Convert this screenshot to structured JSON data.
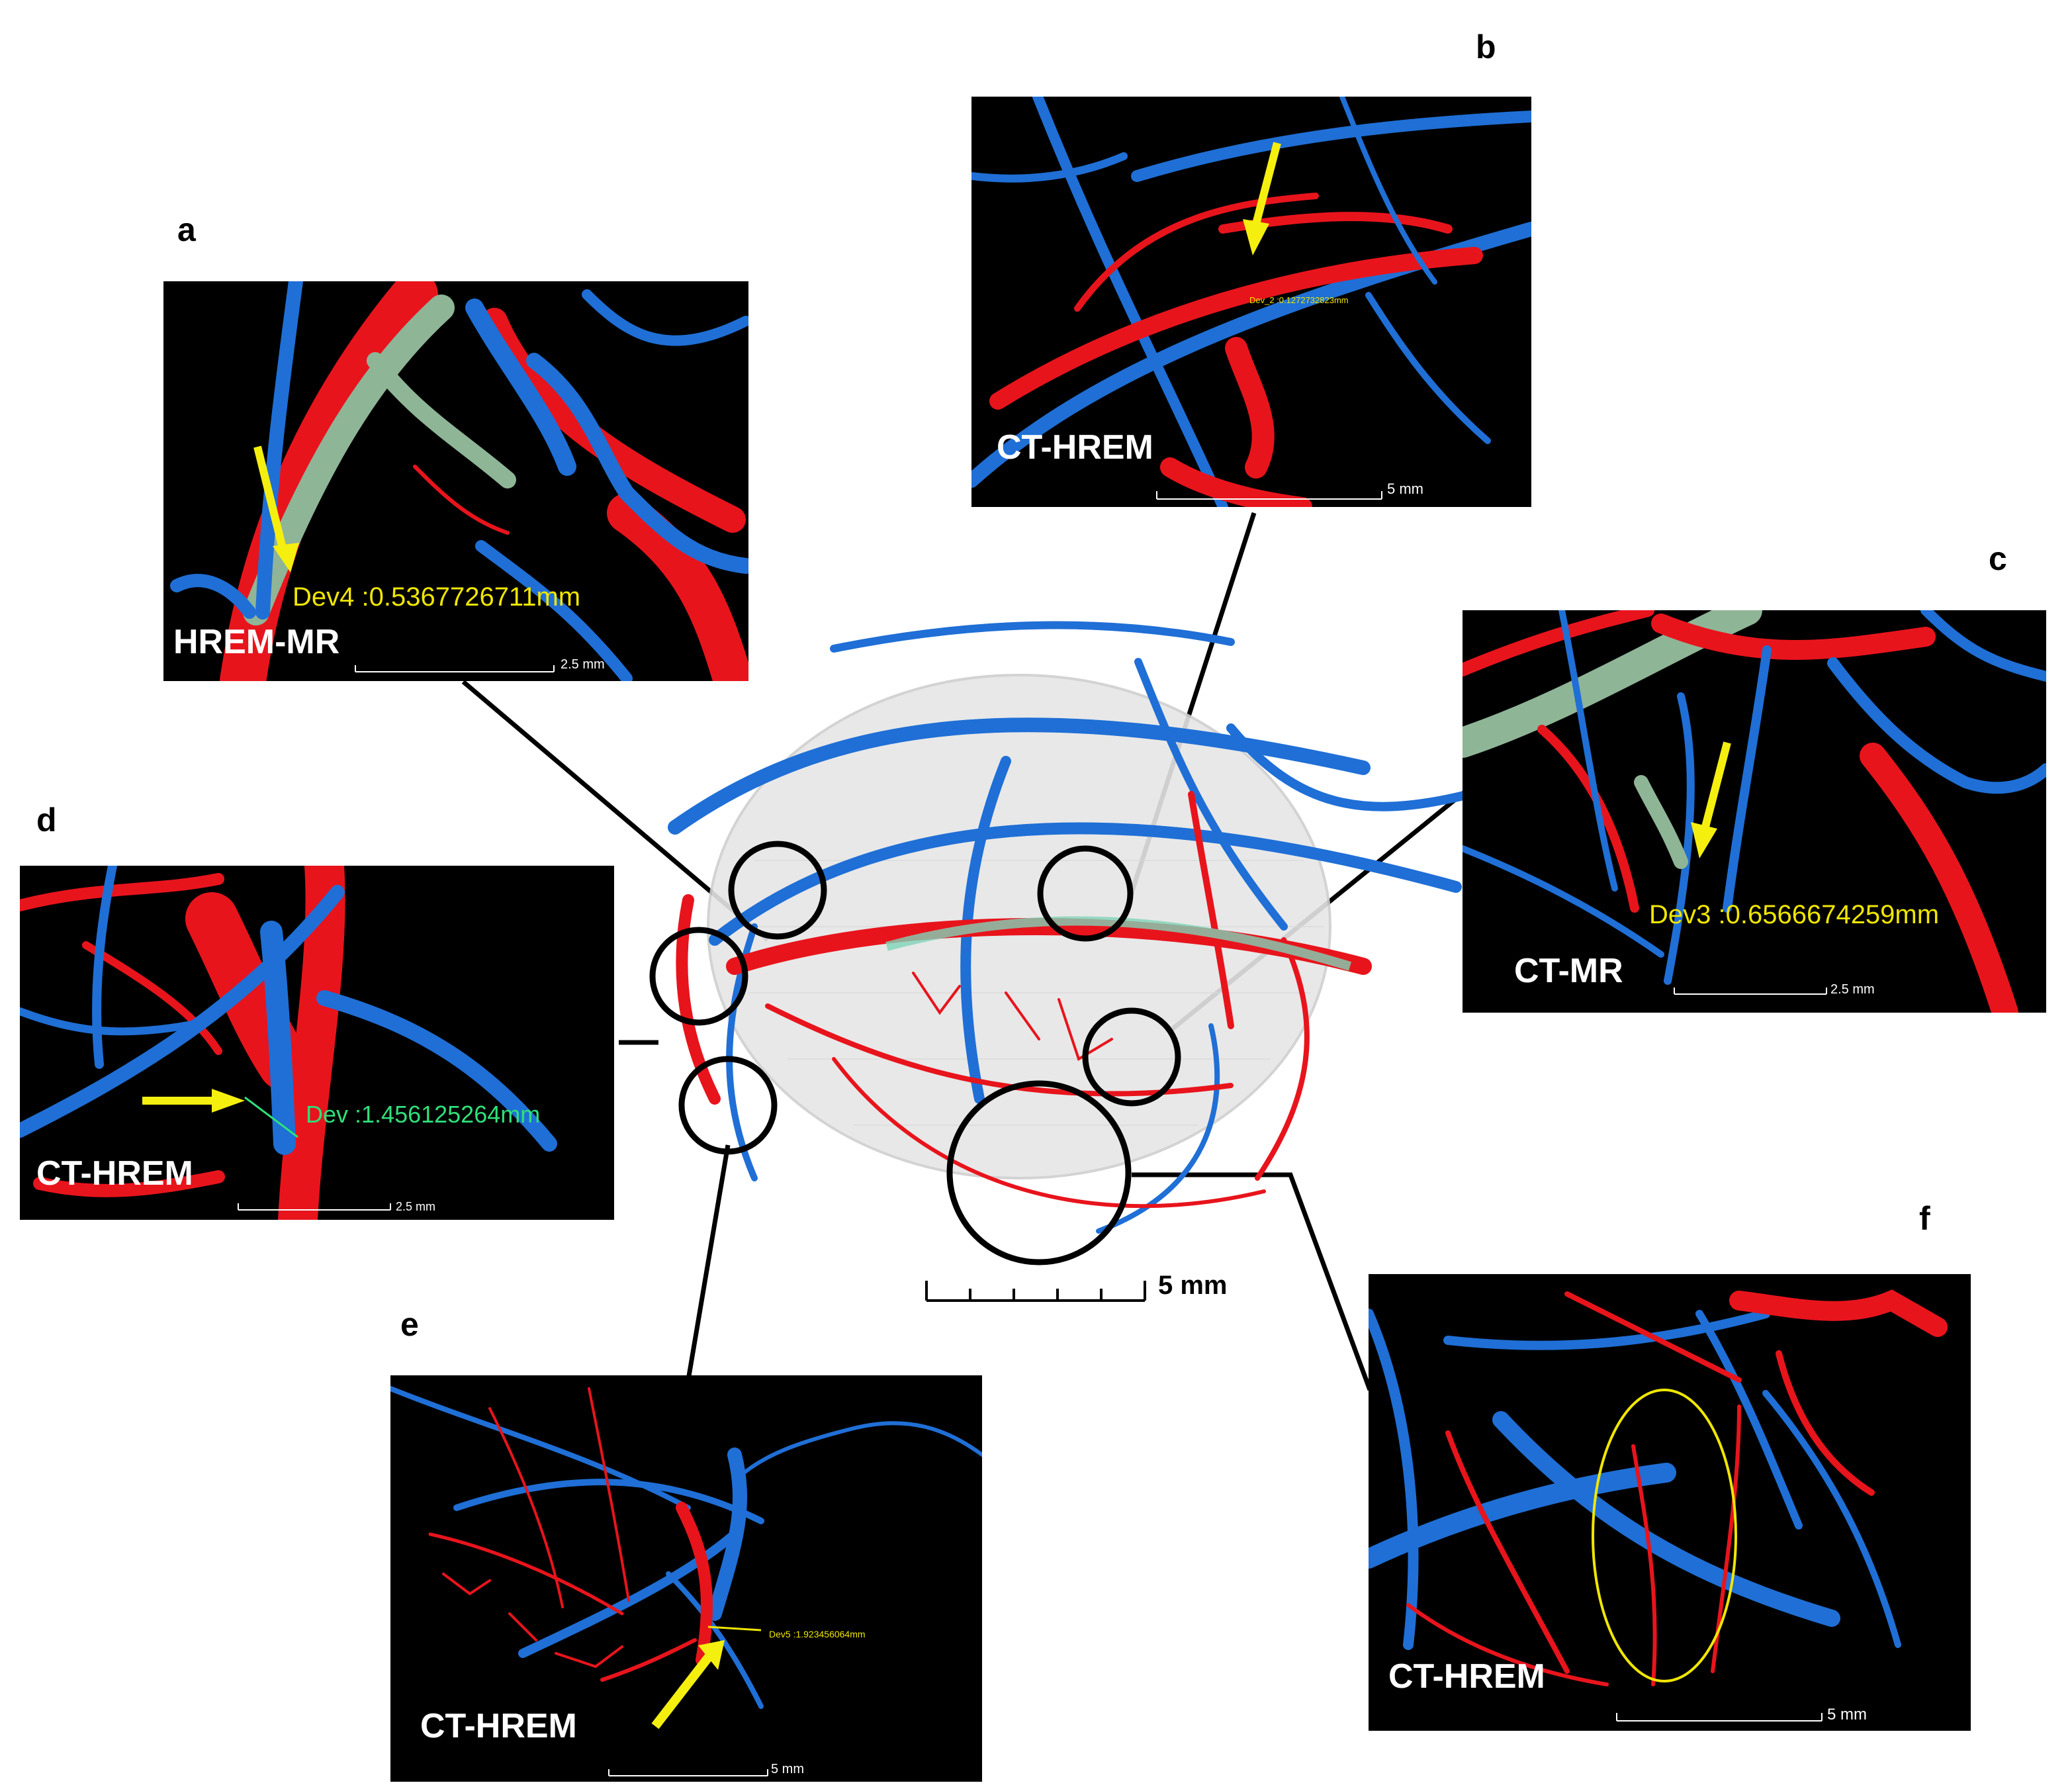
{
  "panels": {
    "a": {
      "letter": "a",
      "modality": "HREM-MR",
      "deviation": "Dev4 :0.5367726711mm",
      "scale": "2.5 mm"
    },
    "b": {
      "letter": "b",
      "modality": "CT-HREM",
      "deviation": "Dev_2 :0.1272732823mm",
      "scale": "5 mm"
    },
    "c": {
      "letter": "c",
      "modality": "CT-MR",
      "deviation": "Dev3 :0.6566674259mm",
      "scale": "2.5 mm"
    },
    "d": {
      "letter": "d",
      "modality": "CT-HREM",
      "deviation": "Dev :1.456125264mm",
      "scale": "2.5 mm"
    },
    "e": {
      "letter": "e",
      "modality": "CT-HREM",
      "deviation": "Dev5 :1.923456064mm",
      "scale": "5 mm"
    },
    "f": {
      "letter": "f",
      "modality": "CT-HREM",
      "scale": "5 mm"
    }
  },
  "centre": {
    "scale": "5 mm"
  },
  "colors": {
    "artery": "#e8141c",
    "vein": "#1f6fd6",
    "overlap": "#8fb597",
    "arrow": "#f5ef10",
    "deviation_yellow": "#f0e600",
    "deviation_green": "#2fe07a",
    "panel_bg": "#000000"
  }
}
